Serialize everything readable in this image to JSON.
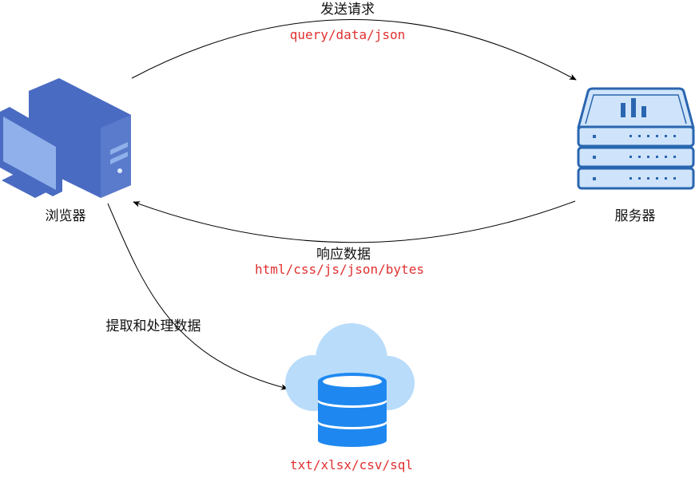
{
  "nodes": {
    "browser": {
      "label": "浏览器",
      "icon": "desktop-computer-icon"
    },
    "server": {
      "label": "服务器",
      "icon": "server-rack-icon"
    },
    "storage": {
      "label": "txt/xlsx/csv/sql",
      "icon": "cloud-database-icon"
    }
  },
  "edges": {
    "request": {
      "title": "发送请求",
      "detail": "query/data/json"
    },
    "response": {
      "title": "响应数据",
      "detail": "html/css/js/json/bytes"
    },
    "process": {
      "title": "提取和处理数据"
    }
  },
  "colors": {
    "code_text": "#e03030",
    "edge_line": "#000000",
    "computer_main": "#4a6bc2",
    "computer_light": "#6e8fd6",
    "computer_screen": "#8fb0ea",
    "server_outline": "#2a66b0",
    "server_fill": "#cfe4fa",
    "cloud": "#b9dcfa",
    "database": "#1e88f0"
  }
}
